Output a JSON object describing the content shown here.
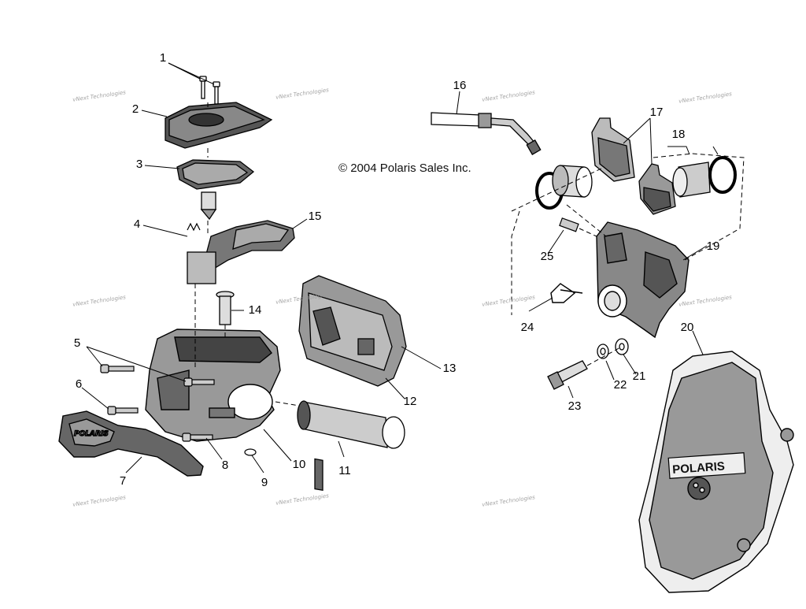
{
  "copyright": "© 2004 Polaris Sales Inc.",
  "watermark": "vNext Technologies",
  "cover_logo": "POLARIS",
  "callouts": [
    "1",
    "2",
    "3",
    "4",
    "5",
    "6",
    "7",
    "8",
    "9",
    "10",
    "11",
    "12",
    "13",
    "14",
    "15",
    "16",
    "17",
    "18",
    "19",
    "20",
    "21",
    "22",
    "23",
    "24",
    "25"
  ],
  "colors": {
    "line": "#000000",
    "background": "#ffffff",
    "watermark": "#9a9a9a"
  }
}
